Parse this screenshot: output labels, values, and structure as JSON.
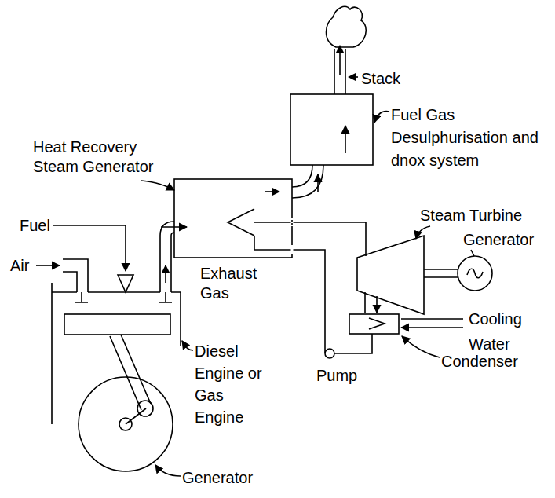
{
  "diagram": {
    "labels": [
      "Stack",
      "Fuel Gas Desulphurisation and dnox system",
      "Heat Recovery Steam Generator",
      "Fuel",
      "Air",
      "Exhaust Gas",
      "Steam Turbine",
      "Generator",
      "Cooling Water",
      "Condenser",
      "Pump",
      "Diesel Engine or Gas Engine",
      "Generator"
    ]
  }
}
